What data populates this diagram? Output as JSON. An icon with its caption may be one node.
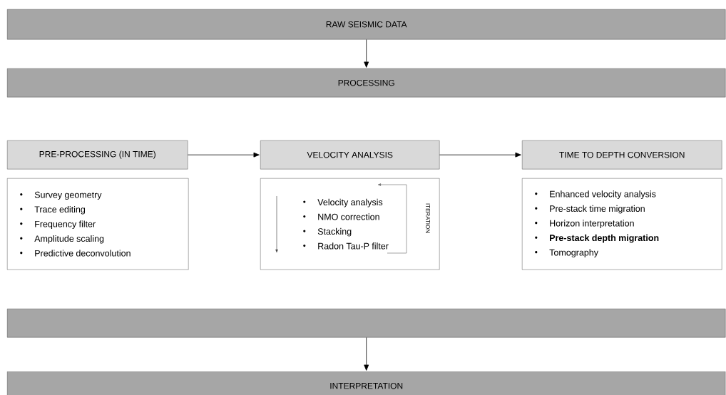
{
  "diagram": {
    "nodes": [
      {
        "text": [
          "RAW SEISMIC DATA"
        ]
      },
      {
        "text": [
          "PROCESSING"
        ]
      },
      {
        "text": [
          "PRE-PROCESSING (IN TIME)"
        ]
      },
      {
        "text": [
          "VELOCITY ANALYSIS"
        ]
      },
      {
        "text": [
          "TIME TO DEPTH CONVERSION"
        ]
      },
      {
        "text": [
          "Survey geometry",
          "Trace editing",
          "Frequency filter",
          "Amplitude scaling",
          "Predictive deconvolution"
        ]
      },
      {
        "text": [
          "Velocity analysis",
          "NMO correction",
          "Stacking",
          "Radon Tau-P filter"
        ]
      },
      {
        "text": [
          "Enhanced velocity analysis",
          "Pre-stack time migration",
          "Horizon interpretation",
          "**Pre-stack depth migration**",
          "Tomography"
        ]
      },
      {
        "text": [],
        "shape": "bar"
      },
      {
        "text": [
          "INTERPRETATION"
        ]
      }
    ],
    "edges": [
      {
        "from": 0,
        "to": 1,
        "arrow": "to"
      },
      {
        "from": 2,
        "to": 3,
        "arrow": "to"
      },
      {
        "from": 3,
        "to": 4,
        "arrow": "to"
      },
      {
        "from": 8,
        "to": 9,
        "arrow": "to"
      }
    ],
    "labels": [
      "ITERATION"
    ]
  }
}
